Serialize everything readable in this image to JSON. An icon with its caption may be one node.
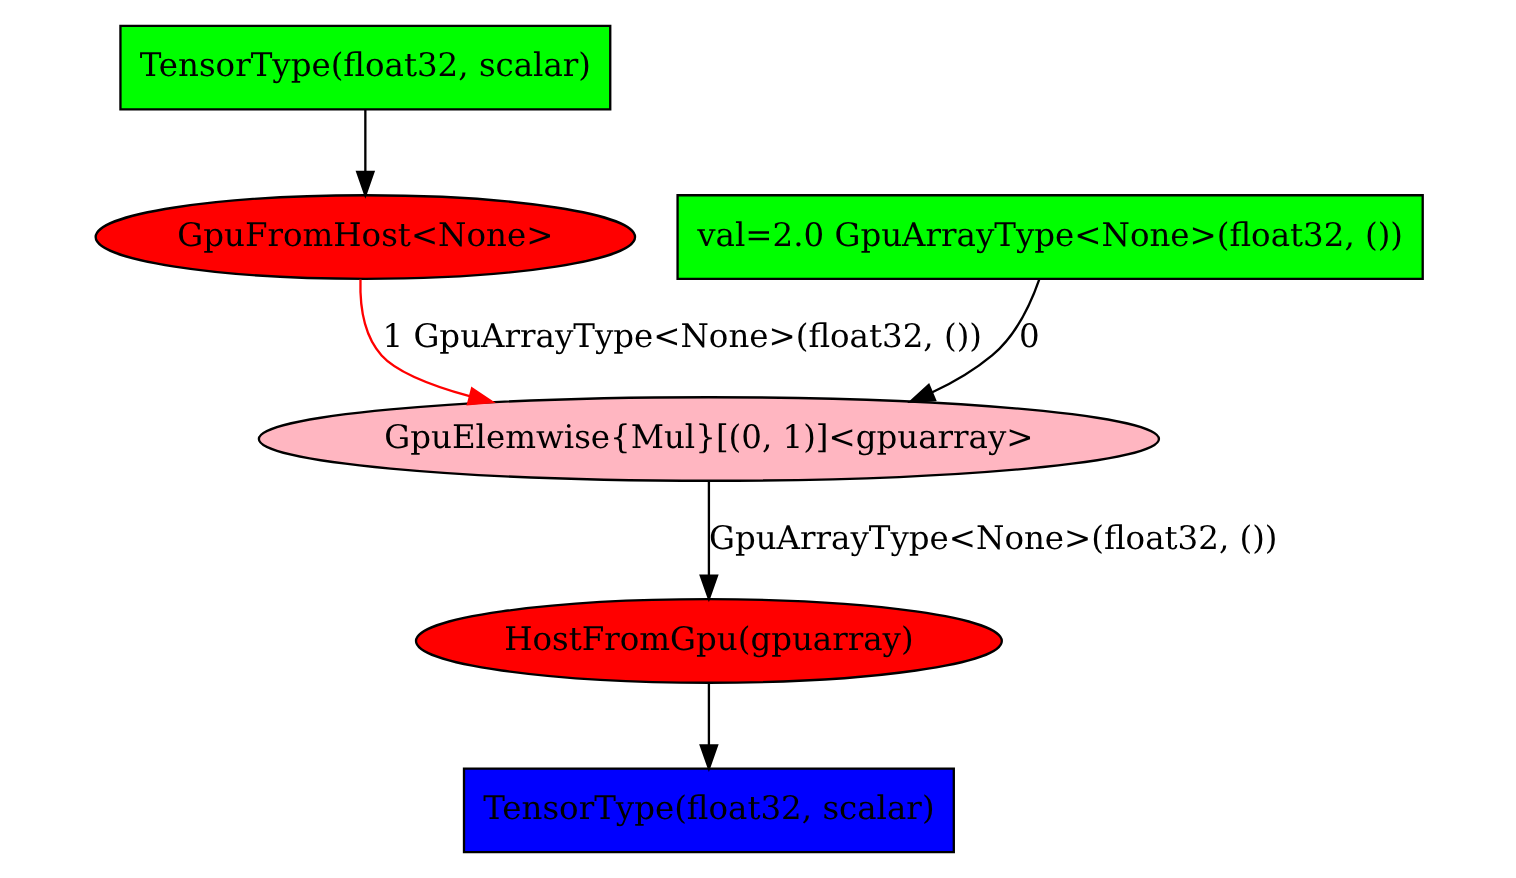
{
  "diagram": {
    "nodes": [
      {
        "text": [
          "TensorType(float32, scalar)"
        ]
      },
      {
        "text": [
          "GpuFromHost<None>"
        ]
      },
      {
        "text": [
          "val=2.0 GpuArrayType<None>(float32, ())"
        ]
      },
      {
        "text": [
          "GpuElemwise{Mul}[(0, 1)]<gpuarray>"
        ]
      },
      {
        "text": [
          "HostFromGpu(gpuarray)"
        ]
      },
      {
        "text": [
          "TensorType(float32, scalar)"
        ]
      }
    ],
    "edges": [
      {
        "from": 0,
        "to": 1,
        "arrow": "to"
      },
      {
        "from": 2,
        "to": 3,
        "arrow": "to",
        "label": "0"
      },
      {
        "from": 1,
        "to": 3,
        "arrow": "to",
        "label": "1 GpuArrayType<None>(float32, ())",
        "color": "#ff0000"
      },
      {
        "from": 3,
        "to": 4,
        "arrow": "to",
        "label": "GpuArrayType<None>(float32, ())"
      },
      {
        "from": 4,
        "to": 5,
        "arrow": "to"
      }
    ]
  }
}
